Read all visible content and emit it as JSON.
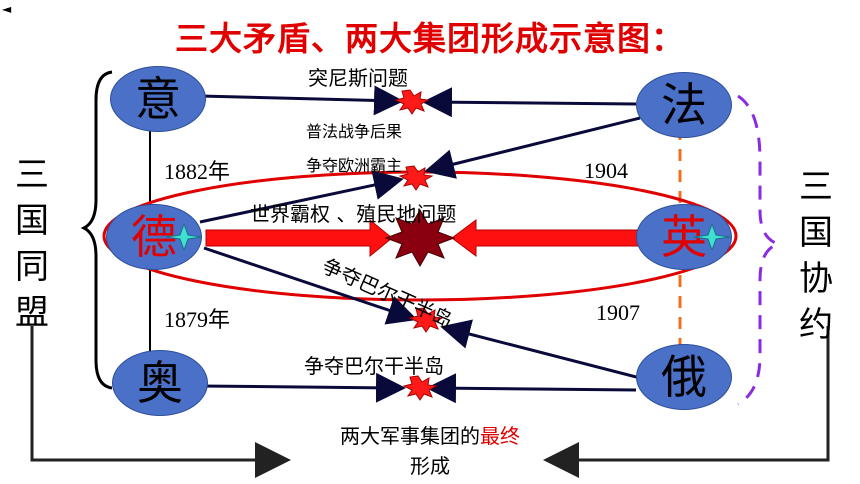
{
  "title": "三大矛盾、两大集团形成示意图：",
  "nav_marker": "◄",
  "nodes": {
    "italy": "意",
    "germany": "德",
    "austria": "奥",
    "france": "法",
    "britain": "英",
    "russia": "俄"
  },
  "labels": {
    "tunisia": "突尼斯问题",
    "franco_prussian": "普法战争后果",
    "europe_hegemony": "争夺欧洲霸主",
    "world_hegemony": "世界霸权 、殖民地问题",
    "balkans_diagonal": "争夺巴尔干半岛",
    "balkans_bottom": "争夺巴尔干半岛",
    "year_1882": "1882年",
    "year_1879": "1879年",
    "year_1904": "1904",
    "year_1907": "1907"
  },
  "alliances": {
    "triple_alliance": "三国同盟",
    "triple_entente": "三国协约"
  },
  "bottom": {
    "line1_prefix": "两大军事集团的",
    "line1_highlight": "最终",
    "line2": "形成"
  },
  "colors": {
    "title": "#e00000",
    "node_fill": "#4a70c8",
    "main_arrow": "#e00000",
    "ellipse": "#e00000",
    "entente_bracket": "#8a2be2",
    "link_dashed": "#f07020",
    "arrow": "#0a0a3a"
  }
}
